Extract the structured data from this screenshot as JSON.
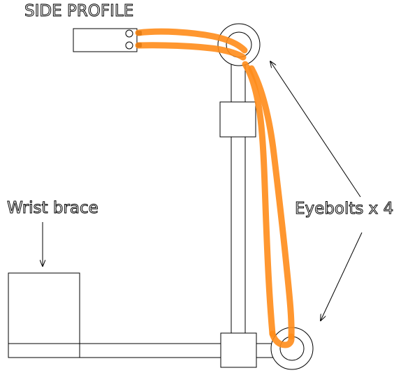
{
  "labels": {
    "title": "SIDE PROFILE",
    "wrist_brace": "Wrist brace",
    "eyebolts": "Eyebolts x 4"
  },
  "colors": {
    "line": "#000000",
    "cable": "#ff8c1a",
    "background": "#ffffff"
  }
}
